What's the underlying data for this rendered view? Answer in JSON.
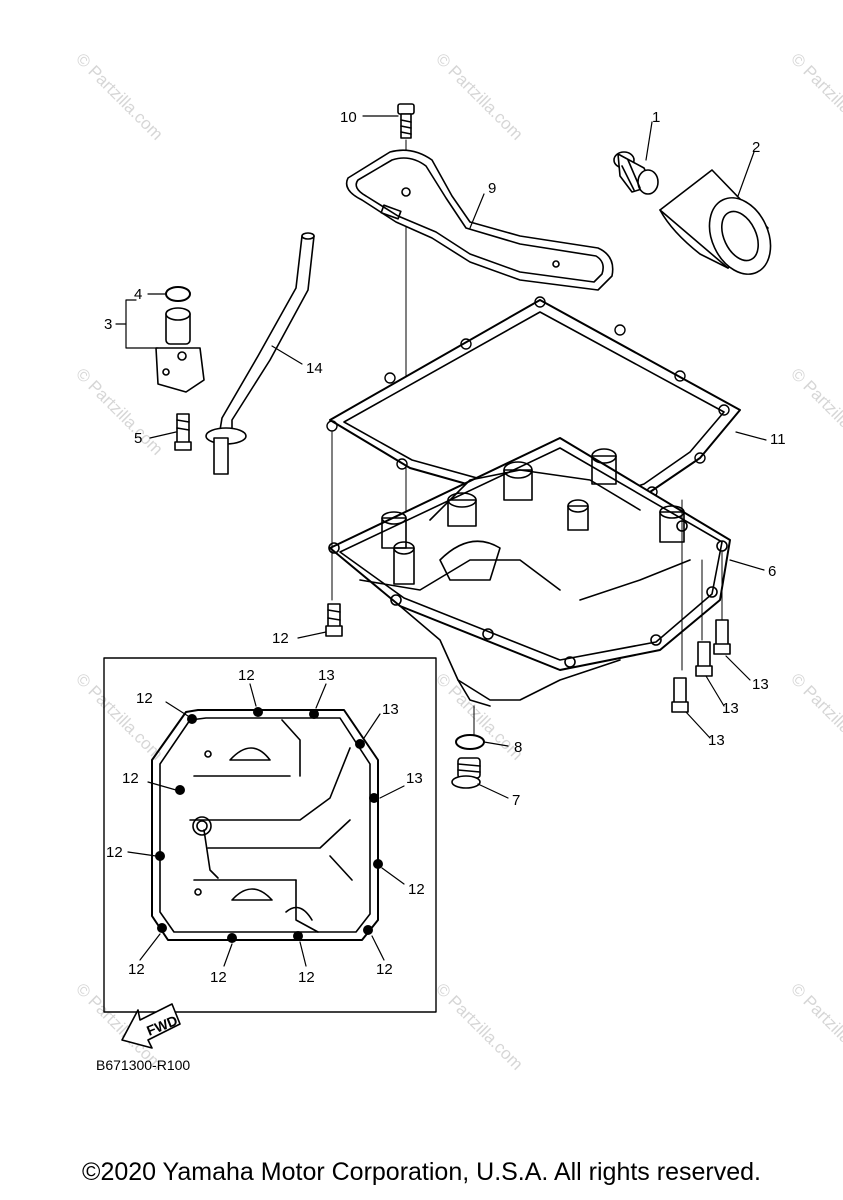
{
  "watermark": {
    "small": "© Partzilla.com",
    "large": "© Partzilla.com"
  },
  "callouts": {
    "c1": "1",
    "c2": "2",
    "c3": "3",
    "c4": "4",
    "c5": "5",
    "c6": "6",
    "c7": "7",
    "c8": "8",
    "c9": "9",
    "c10": "10",
    "c11": "11",
    "c14": "14",
    "c12a": "12",
    "c13a": "13",
    "c13b": "13",
    "c13c": "13"
  },
  "inset": {
    "labels": {
      "i12a": "12",
      "i13a": "13",
      "i12b": "12",
      "i13b": "13",
      "i12c": "12",
      "i13c": "13",
      "i12d": "12",
      "i12e": "12",
      "i12f": "12",
      "i12g": "12",
      "i12h": "12",
      "i12i": "12"
    }
  },
  "fwd_label": "FWD",
  "diagram_code": "B671300-R100",
  "copyright": "©2020 Yamaha Motor Corporation, U.S.A. All rights reserved."
}
